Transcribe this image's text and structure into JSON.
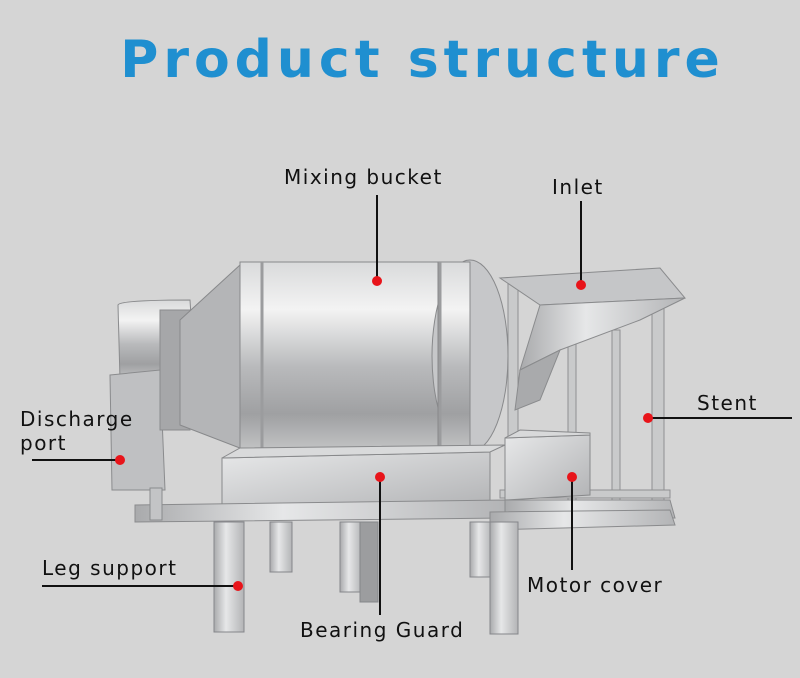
{
  "title": "Product structure",
  "colors": {
    "title": "#1f8fd0",
    "marker": "#e8141a",
    "leader": "#111111"
  },
  "labels": {
    "mixing_bucket": "Mixing bucket",
    "inlet": "Inlet",
    "discharge_line1": "Discharge",
    "discharge_line2": "port",
    "stent": "Stent",
    "leg_support": "Leg support",
    "motor_cover": "Motor cover",
    "bearing_guard": "Bearing Guard"
  }
}
